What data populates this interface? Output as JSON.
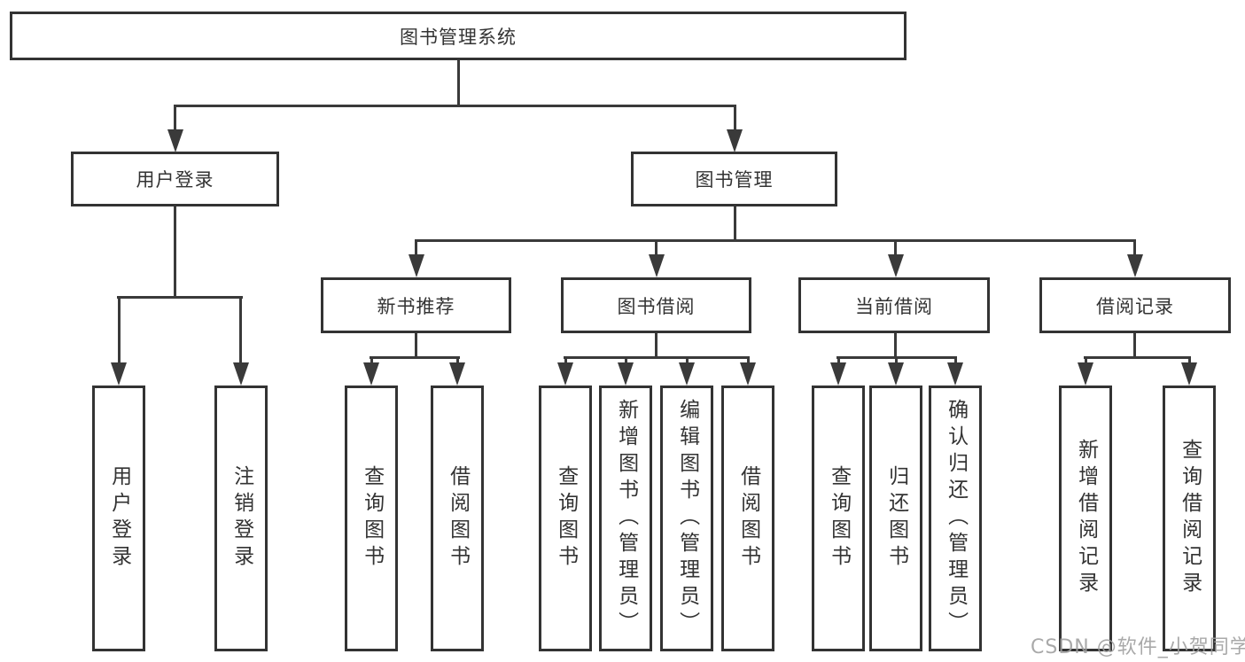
{
  "diagram": {
    "type": "functional-decomposition-tree",
    "root": {
      "label": "图书管理系统",
      "children": [
        {
          "label": "用户登录",
          "children": [
            {
              "label": "用户登录"
            },
            {
              "label": "注销登录"
            }
          ]
        },
        {
          "label": "图书管理",
          "children": [
            {
              "label": "新书推荐",
              "children": [
                {
                  "label": "查询图书"
                },
                {
                  "label": "借阅图书"
                }
              ]
            },
            {
              "label": "图书借阅",
              "children": [
                {
                  "label": "查询图书"
                },
                {
                  "label": "新增图书（管理员）"
                },
                {
                  "label": "编辑图书（管理员）"
                },
                {
                  "label": "借阅图书"
                }
              ]
            },
            {
              "label": "当前借阅",
              "children": [
                {
                  "label": "查询图书"
                },
                {
                  "label": "归还图书"
                },
                {
                  "label": "确认归还（管理员）"
                }
              ]
            },
            {
              "label": "借阅记录",
              "children": [
                {
                  "label": "新增借阅记录"
                },
                {
                  "label": "查询借阅记录"
                }
              ]
            }
          ]
        }
      ]
    }
  },
  "watermark": {
    "text": "CSDN @软件_小贺同学"
  },
  "colors": {
    "box_border": "#333333",
    "connector": "#3a3a3a",
    "text": "#333333",
    "background": "#ffffff",
    "watermark": "#9e9e9e"
  }
}
